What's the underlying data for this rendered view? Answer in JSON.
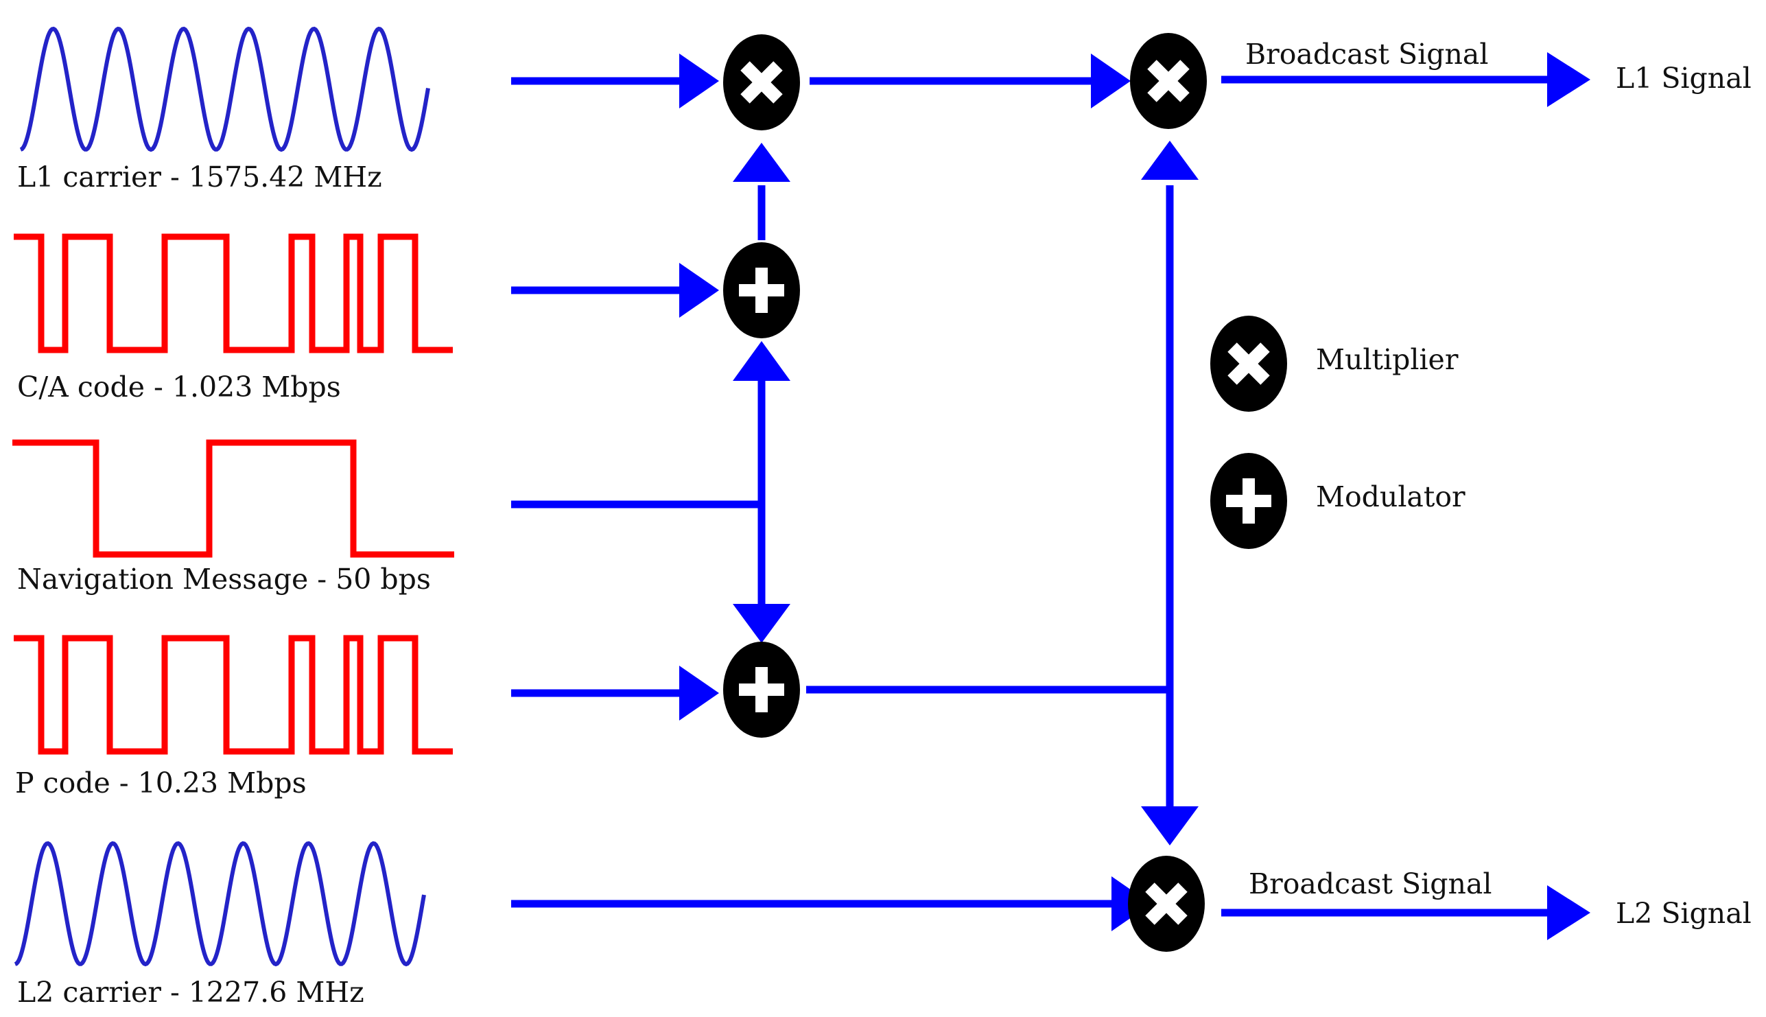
{
  "colors": {
    "carrier_wave": "#2323c8",
    "code_wave": "#ff0000",
    "arrow": "#0000ff",
    "symbol_fill": "#000000",
    "symbol_mark": "#ffffff",
    "text": "#111111"
  },
  "inputs": {
    "l1_carrier": "L1 carrier - 1575.42 MHz",
    "ca_code": "C/A code - 1.023 Mbps",
    "nav_message": "Navigation Message - 50 bps",
    "p_code": "P code - 10.23 Mbps",
    "l2_carrier": "L2 carrier - 1227.6 MHz"
  },
  "outputs": {
    "broadcast_top": "Broadcast Signal",
    "l1_signal": "L1 Signal",
    "broadcast_bottom": "Broadcast Signal",
    "l2_signal": "L2 Signal"
  },
  "legend": {
    "multiplier": "Multiplier",
    "modulator": "Modulator"
  },
  "icons": {
    "multiplier": "multiplier-icon",
    "modulator": "modulator-icon"
  }
}
